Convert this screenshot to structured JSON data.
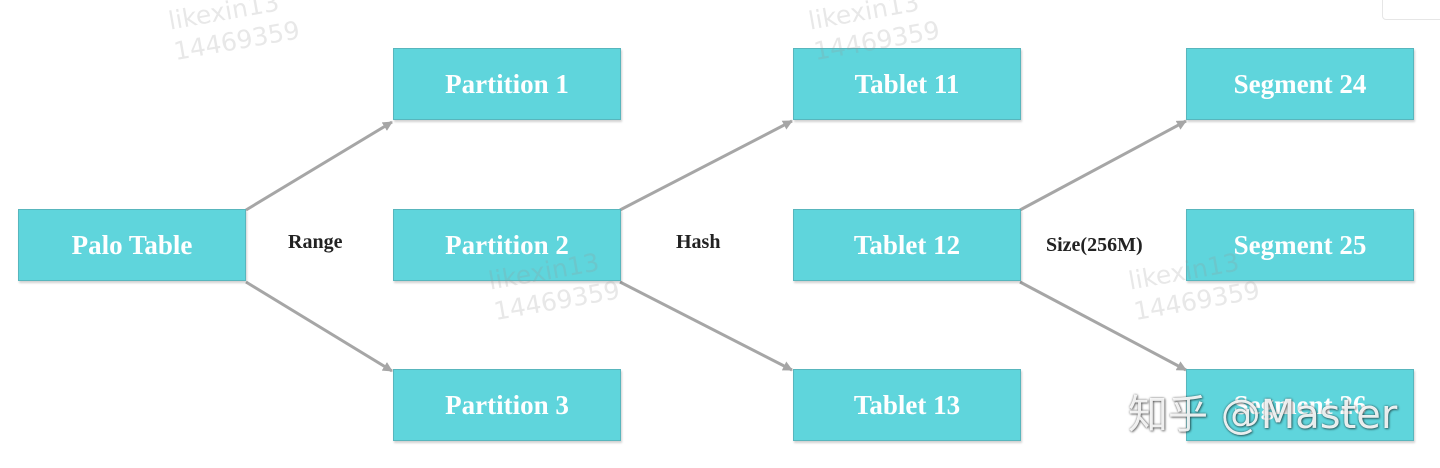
{
  "nodes": {
    "palo_table": "Palo Table",
    "partition_1": "Partition 1",
    "partition_2": "Partition 2",
    "partition_3": "Partition 3",
    "tablet_11": "Tablet 11",
    "tablet_12": "Tablet 12",
    "tablet_13": "Tablet 13",
    "segment_24": "Segment 24",
    "segment_25": "Segment 25",
    "segment_26": "Segment 26"
  },
  "edge_labels": {
    "range": "Range",
    "hash": "Hash",
    "size": "Size(256M)"
  },
  "watermarks": [
    "likexin13\n14469359",
    "likexin13\n14469359",
    "likexin13\n14469359",
    "likexin13\n14469359"
  ],
  "brand_watermark": "知乎 @Master",
  "colors": {
    "node_fill": "#5fd5dc",
    "node_border": "#58b6bd",
    "node_text": "#ffffff",
    "arrow": "#a6a6a6",
    "label_text": "#222222"
  }
}
